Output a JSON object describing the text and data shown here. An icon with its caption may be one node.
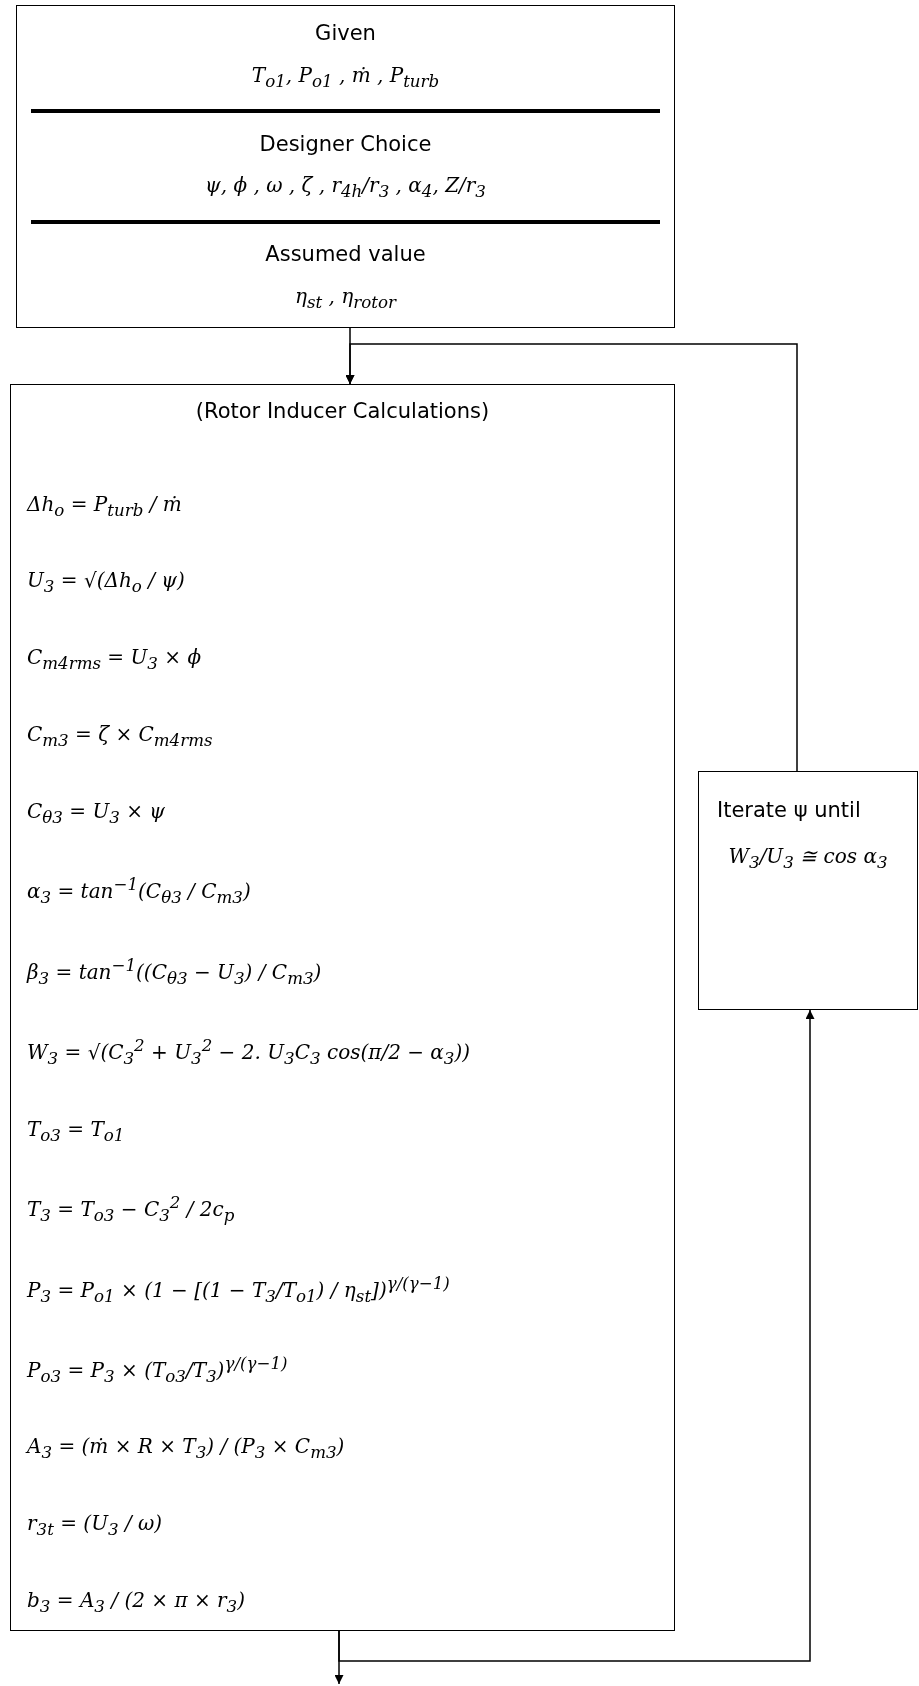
{
  "diagram": {
    "nodes": [
      {
        "text": [
          "Given",
          "T$_{o1}$, P$_{o1}$ , ṁ , P$_{turb}$",
          "Designer Choice",
          "ψ, ϕ , ω , ζ , r$_{4h}$/r$_{3}$ , α$_{4}$, Z/r$_{3}$",
          "Assumed value",
          "η$_{st}$ , η$_{rotor}$"
        ]
      },
      {
        "text": [
          "(Rotor Inducer Calculations)",
          "Δh$_{o}$ = P$_{turb}$ / ṁ",
          "U$_{3}$ = √(Δh$_{o}$ / ψ)",
          "C$_{m4rms}$ = U$_{3}$ × ϕ",
          "C$_{m3}$ = ζ × C$_{m4rms}$",
          "C$_{θ3}$ = U$_{3}$ × ψ",
          "α$_{3}$ = tan$^{−1}$(C$_{θ3}$ / C$_{m3}$)",
          "β$_{3}$ = tan$^{−1}$((C$_{θ3}$ − U$_{3}$) / C$_{m3}$)",
          "W$_{3}$ = √(C$_{3}$$^{2}$ + U$_{3}$$^{2}$ − 2. U$_{3}$C$_{3}$ cos(π/2 − α$_{3}$))",
          "T$_{o3}$ = T$_{o1}$",
          "T$_{3}$ = T$_{o3}$ − C$_{3}$$^{2}$ / 2c$_{p}$",
          "P$_{3}$ = P$_{o1}$ × (1 − [(1 − T$_{3}$/T$_{o1}$) / η$_{st}$])$^{γ/(γ−1)}$",
          "P$_{o3}$ = P$_{3}$ × (T$_{o3}$/T$_{3}$)$^{γ/(γ−1)}$",
          "A$_{3}$ = (ṁ × R × T$_{3}$) / (P$_{3}$ × C$_{m3}$)",
          "r$_{3t}$ = (U$_{3}$ / ω)",
          "b$_{3}$ = A$_{3}$ / (2 × π × r$_{3}$)"
        ]
      },
      {
        "text": [
          "Iterate ψ until",
          "W$_{3}$/U$_{3}$ ≅ cos α$_{3}$"
        ]
      }
    ],
    "edges": [
      {
        "from": 0,
        "to": 1,
        "arrow": "to"
      },
      {
        "from": 2,
        "to": 1,
        "arrow": "to"
      },
      {
        "from": 1,
        "to": 2,
        "arrow": "to"
      },
      {
        "from": 1,
        "to": null,
        "arrow": "to"
      }
    ]
  }
}
